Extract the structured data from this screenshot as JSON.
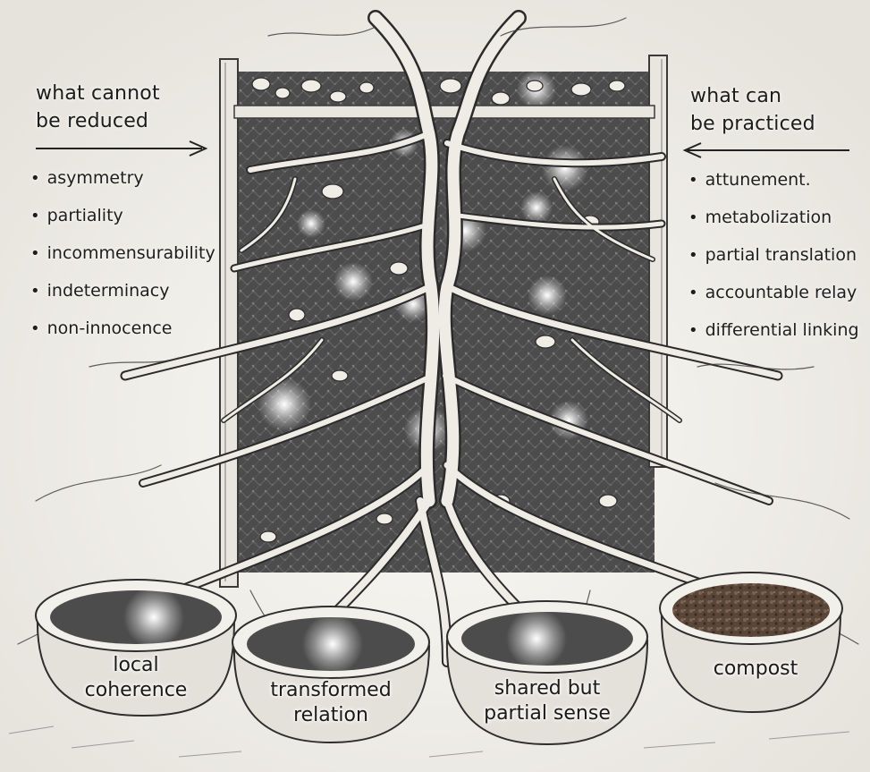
{
  "left_panel": {
    "heading_lines": [
      "what cannot",
      "be reduced"
    ],
    "items": [
      "asymmetry",
      "partiality",
      "incommensurability",
      "indeterminacy",
      "non-innocence"
    ]
  },
  "right_panel": {
    "heading_lines": [
      "what can",
      "be practiced"
    ],
    "items": [
      "attunement.",
      "metabolization",
      "partial translation",
      "accountable relay",
      "differential linking"
    ]
  },
  "basins": [
    {
      "lines": [
        "local",
        "coherence"
      ]
    },
    {
      "lines": [
        "transformed",
        "relation"
      ]
    },
    {
      "lines": [
        "shared but",
        "partial sense"
      ]
    },
    {
      "lines": [
        "compost"
      ]
    }
  ],
  "colors": {
    "ink": "#1e1e1e",
    "paper": "#f4f2ee",
    "panel": "#4a4a4a",
    "root": "#efece6",
    "compost": "#5a4638"
  },
  "icons": {
    "bullet": "•",
    "arrow_left_side": "arrow-right-icon",
    "arrow_right_side": "arrow-left-icon"
  }
}
